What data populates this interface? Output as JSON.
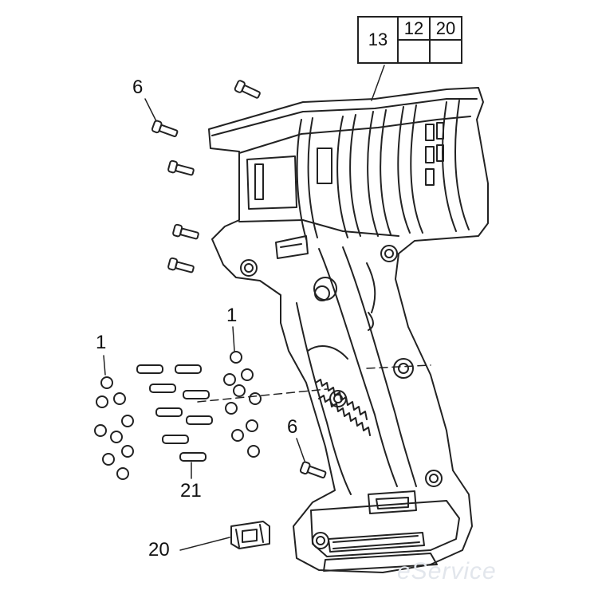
{
  "callouts": {
    "screw_top": "6",
    "screw_bottom": "6",
    "ball_left": "1",
    "ball_right": "1",
    "pins": "21",
    "switch": "20"
  },
  "reference_box": {
    "main": "13",
    "sub_a": "12",
    "sub_b": "20"
  },
  "watermark": "eService"
}
